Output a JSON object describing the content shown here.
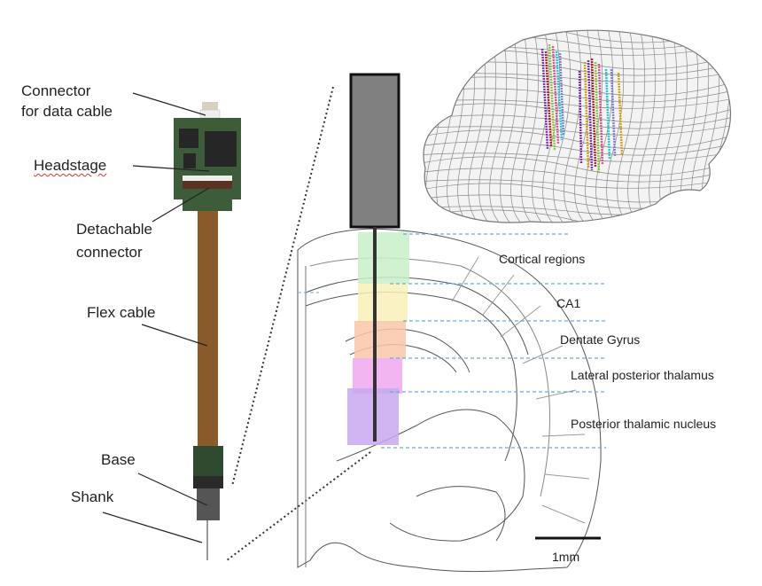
{
  "figure": {
    "device_labels": {
      "connector": [
        "Connector",
        "for data cable"
      ],
      "headstage": "Headstage",
      "detachable": [
        "Detachable",
        "connector"
      ],
      "flex_cable": "Flex cable",
      "base": "Base",
      "shank": "Shank"
    },
    "region_labels": [
      {
        "name": "Cortical regions",
        "color": "#c8f0c8"
      },
      {
        "name": "CA1",
        "color": "#f8f0b8"
      },
      {
        "name": "Dentate Gyrus",
        "color": "#f8c8a8"
      },
      {
        "name": "Lateral posterior  thalamus",
        "color": "#f0a8f0"
      },
      {
        "name": "Posterior thalamic nucleus",
        "color": "#c8a8f0"
      }
    ],
    "scale_bar": {
      "label": "1mm"
    },
    "colors": {
      "pcb": "#3d5c3a",
      "chip": "#262626",
      "flex": "#8b5a2b",
      "base_green": "#2f4a2e",
      "base_gray": "#555555",
      "shaft": "#808080",
      "dash_blue": "#6fa8dc",
      "wire": "#8a8a8a"
    },
    "probe_track_colors": [
      "#7b2fbf",
      "#b22222",
      "#8bc34a",
      "#e05090",
      "#26c6da",
      "#8080d0",
      "#d4a017"
    ]
  }
}
